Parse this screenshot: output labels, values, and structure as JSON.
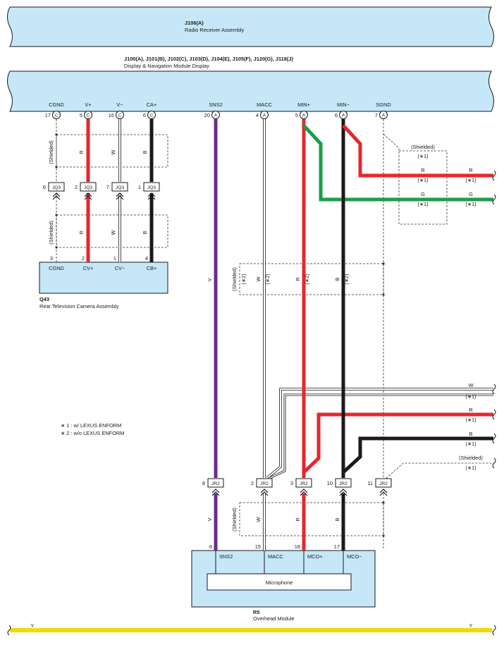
{
  "colors": {
    "module_fill": "#c6e7f7",
    "red": "#e8262d",
    "green": "#1b9e4b",
    "black": "#1a1a1a",
    "violet": "#6b2c91",
    "yellow": "#f5d800",
    "white_wire": "#ffffff"
  },
  "modules": {
    "radio": {
      "id": "J106(A)",
      "name": "Radio Receiver Assembly"
    },
    "display": {
      "id": "J100(A), J101(B), J102(C), J103(D), J104(E), J105(F), J120(G), J118(J)",
      "name": "Display & Navigation Module Display"
    },
    "camera": {
      "id": "Q43",
      "name": "Rear Television Camera Assembly"
    },
    "overhead": {
      "id": "R5",
      "name": "Overhead Module",
      "inner_label": "Microphone"
    }
  },
  "display_terminals": [
    {
      "name": "CGND",
      "pin": "17",
      "conn": "C"
    },
    {
      "name": "V+",
      "pin": "5",
      "conn": "C"
    },
    {
      "name": "V−",
      "pin": "16",
      "conn": "C"
    },
    {
      "name": "CA+",
      "pin": "6",
      "conn": "C"
    },
    {
      "name": "SNS2",
      "pin": "20",
      "conn": "A"
    },
    {
      "name": "MACC",
      "pin": "4",
      "conn": "A"
    },
    {
      "name": "MIN+",
      "pin": "5",
      "conn": "A"
    },
    {
      "name": "MIN−",
      "pin": "6",
      "conn": "A"
    },
    {
      "name": "SGND",
      "pin": "7",
      "conn": "A"
    }
  ],
  "jq3": {
    "label": "JQ3",
    "pins": [
      "6",
      "2",
      "7",
      "1"
    ]
  },
  "camera_terminals": [
    {
      "name": "CGND",
      "pin": "3"
    },
    {
      "name": "CV+",
      "pin": "2"
    },
    {
      "name": "CV−",
      "pin": "1"
    },
    {
      "name": "CB+",
      "pin": "4"
    }
  ],
  "jr2": {
    "label": "JR2",
    "pins": [
      "8",
      "2",
      "3",
      "10",
      "11"
    ]
  },
  "overhead_terminals": [
    {
      "name": "SNS2",
      "pin": "6"
    },
    {
      "name": "MACC",
      "pin": "15"
    },
    {
      "name": "MCO+",
      "pin": "16"
    },
    {
      "name": "MCO−",
      "pin": "17"
    }
  ],
  "wire_labels": {
    "r": "R",
    "w": "W",
    "b": "B",
    "v": "V",
    "g": "G",
    "y": "Y",
    "shielded": "(Shielded)",
    "n1": "(∗1)",
    "n2": "(∗2)"
  },
  "notes": [
    "∗ 1 : w/ LEXUS ENFORM",
    "∗ 2 : w/o LEXUS ENFORM"
  ]
}
